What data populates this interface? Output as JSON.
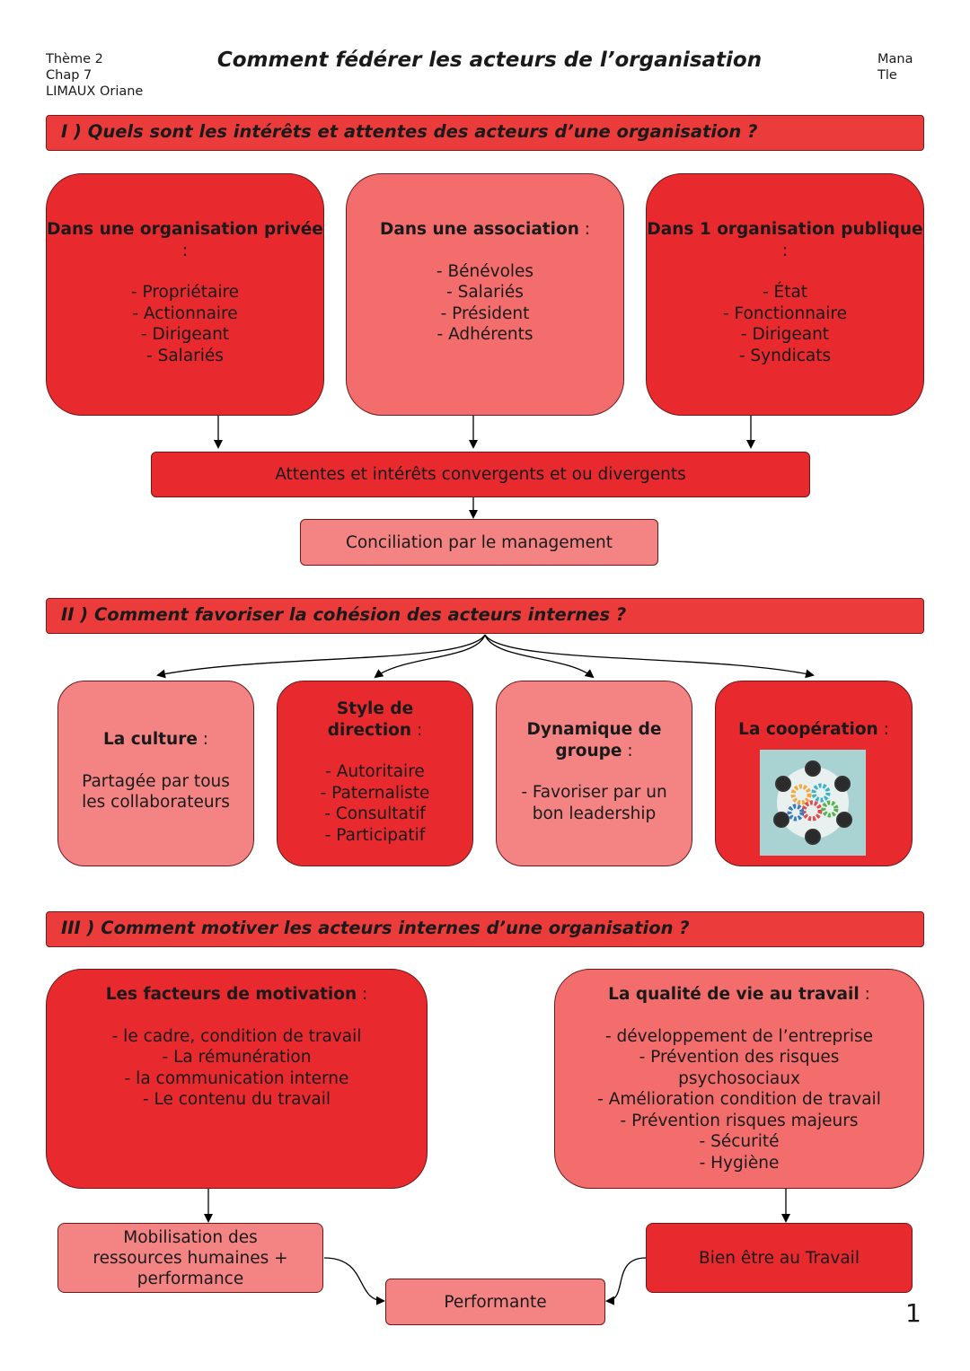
{
  "header": {
    "theme": "Thème 2",
    "chapter": "Chap 7",
    "author": "LIMAUX Oriane",
    "title": "Comment fédérer les acteurs de l’organisation",
    "subject": "Mana",
    "level": "Tle"
  },
  "section1": {
    "heading": "I ) Quels sont les intérêts et attentes des acteurs d’une organisation ?",
    "boxes": [
      {
        "title": "Dans une organisation privée",
        "suffix": " :",
        "items": [
          "-  Propriétaire",
          "- Actionnaire",
          "- Dirigeant",
          "- Salariés"
        ]
      },
      {
        "title": "Dans une association",
        "suffix": " :",
        "items": [
          "- Bénévoles",
          "- Salariés",
          "- Président",
          "- Adhérents"
        ]
      },
      {
        "title": "Dans 1 organisation publique",
        "suffix": " :",
        "items": [
          "- État",
          "- Fonctionnaire",
          "- Dirigeant",
          "- Syndicats"
        ]
      }
    ],
    "convergence": "Attentes et intérêts convergents et ou divergents",
    "conciliation": "Conciliation par le management"
  },
  "section2": {
    "heading": "II ) Comment favoriser la cohésion des acteurs internes ?",
    "boxes": [
      {
        "title": "La culture",
        "suffix": " :",
        "items": [
          "Partagée par tous",
          "les collaborateurs"
        ]
      },
      {
        "title": "Style de direction",
        "suffix": " :",
        "items": [
          "- Autoritaire",
          "- Paternaliste",
          "- Consultatif",
          "- Participatif"
        ]
      },
      {
        "title": "Dynamique de groupe",
        "suffix": " :",
        "items": [
          "- Favoriser par un",
          "bon leadership"
        ]
      },
      {
        "title": "La coopération",
        "suffix": " :",
        "items": []
      }
    ]
  },
  "section3": {
    "heading": "III ) Comment motiver les acteurs internes d’une organisation ?",
    "motivation": {
      "title": "Les facteurs de motivation",
      "suffix": " :",
      "items": [
        "- le cadre, condition de travail",
        "- La rémunération",
        "- la communication interne",
        "- Le contenu du travail"
      ]
    },
    "quality": {
      "title": "La qualité de vie au travail",
      "suffix": " :",
      "items": [
        "- développement de l’entreprise",
        "- Prévention des risques",
        "psychosociaux",
        "- Amélioration condition de travail",
        "- Prévention risques majeurs",
        "- Sécurité",
        "- Hygiène"
      ]
    },
    "mobilisation": [
      "Mobilisation des",
      "ressources humaines +",
      "performance"
    ],
    "wellbeing": "Bien être au Travail",
    "result": "Performante"
  },
  "page_number": "1",
  "colors": {
    "dark": "#e8292e",
    "light": "#f46d6d",
    "pale": "#f48383",
    "section": "#ec3b3b"
  }
}
